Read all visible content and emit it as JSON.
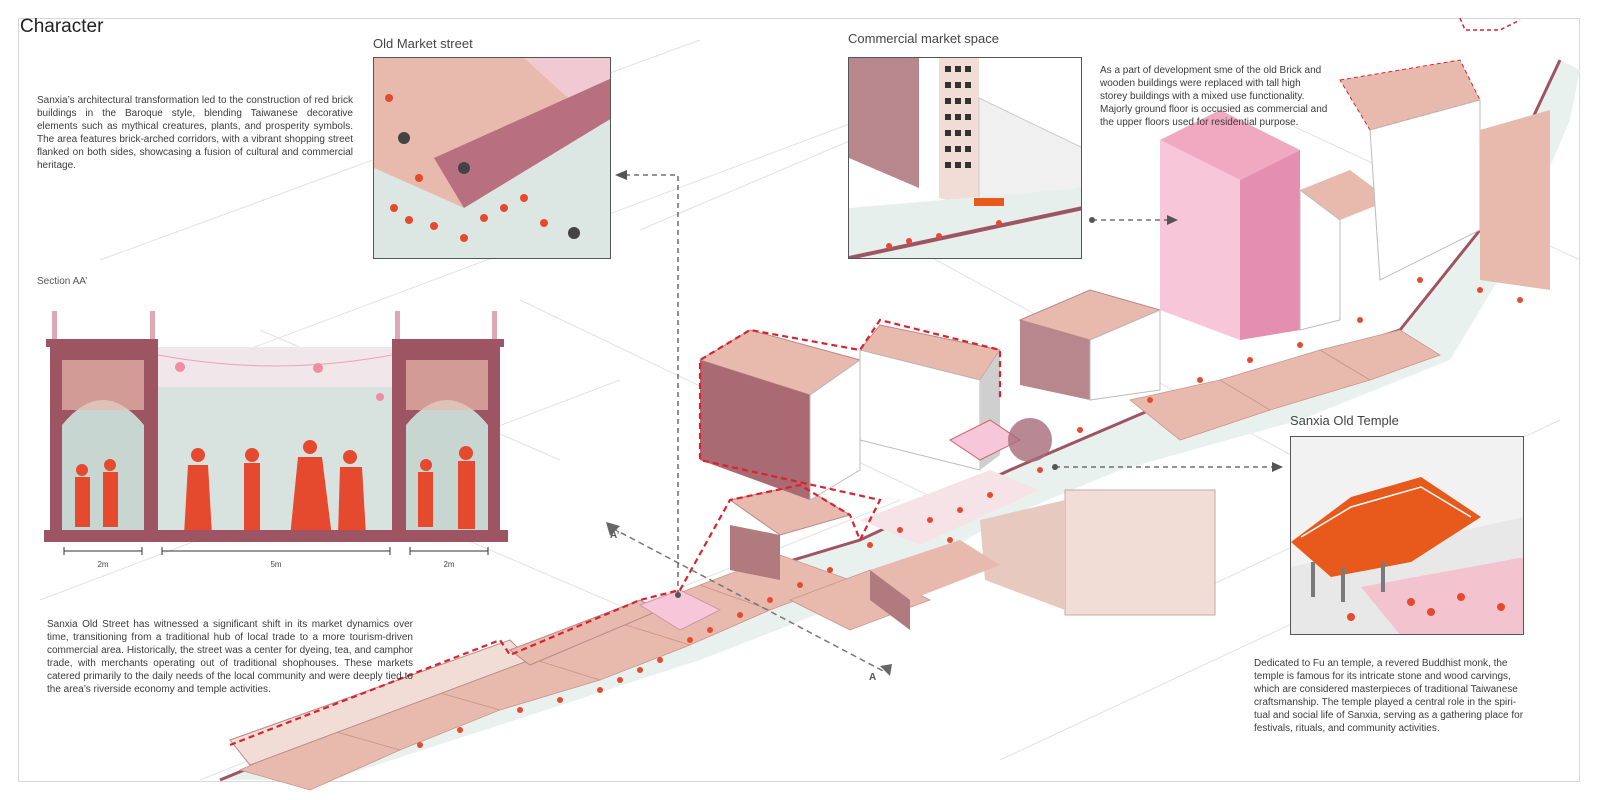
{
  "page": {
    "title": "Character",
    "colors": {
      "accent_red": "#e64a2e",
      "brick": "#e8b9ad",
      "brick_dark": "#9e5563",
      "pink": "#f7c6d9",
      "temple_orange": "#e8591c",
      "dashed_outline": "#d9232d"
    }
  },
  "intro": {
    "text": "Sanxia’s architectural transformation led to the construction of red brick buildings in the Baroque style, blending Taiwanese decorative elements such as mythical creatures, plants, and prosperity symbols. The area features brick-arched corridors, with a vibrant shopping street flanked on both sides, showcasing a fusion of cultural and commercial heritage."
  },
  "section": {
    "label": "Section AA’",
    "dims": [
      "2m",
      "5m",
      "2m"
    ]
  },
  "market_history": {
    "text": "Sanxia Old Street has witnessed a significant shift in its market dynamics over time, transitioning from a traditional hub of local trade to a more tourism-driven commercial area. Historically, the street was a center for dyeing, tea, and camphor trade, with merchants operating out of traditional shophouses. These markets catered primarily to the daily needs of the local community and were deeply tied to the area’s riverside economy and temple activities."
  },
  "old_market": {
    "label": "Old Market street"
  },
  "commercial": {
    "label": "Commercial market space",
    "text": "As a part of development sme of the old Brick and wooden buildings were replaced with tall high storey buildings with a mixed use functionality. Majorly ground floor is occusied as commercial and the upper floors used for residential purpose."
  },
  "temple": {
    "label": "Sanxia Old Temple",
    "text": "Dedicated to Fu an temple, a revered Buddhist monk, the temple is famous for its intricate stone and wood carvings, which are considered masterpieces of traditional Taiwanese craftsmanship. The temple played a central role in the spiri-tual and social life of Sanxia, serving as a gathering place for festivals, rituals, and community activities."
  },
  "section_markers": {
    "start": "A’",
    "end": "A"
  }
}
